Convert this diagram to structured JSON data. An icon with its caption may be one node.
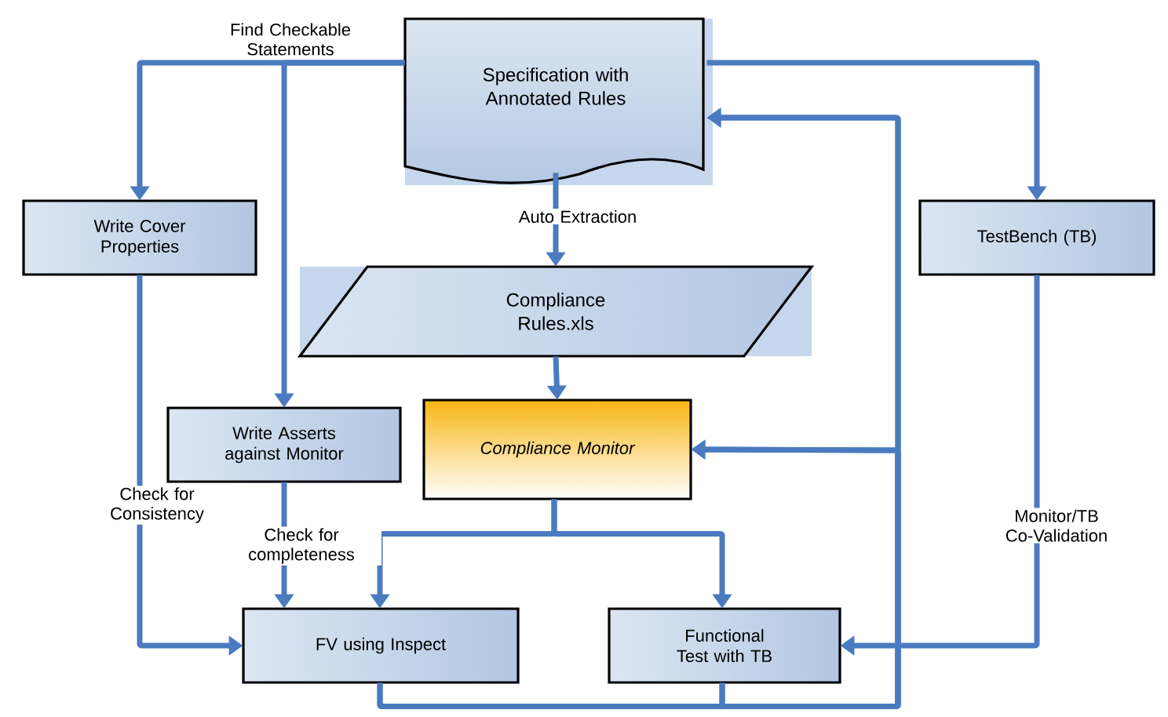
{
  "diagram": {
    "nodes": [
      {
        "text": [
          "Specification with Annotated Rules"
        ]
      },
      {
        "text": [
          "Write Cover Properties"
        ]
      },
      {
        "text": [
          "TestBench (TB)"
        ]
      },
      {
        "text": [
          "Compliance Rules.xls"
        ]
      },
      {
        "text": [
          "Write Asserts against Monitor"
        ]
      },
      {
        "text": [
          "Compliance Monitor"
        ]
      },
      {
        "text": [
          "FV using Inspect"
        ]
      },
      {
        "text": [
          "Functional Test with TB"
        ]
      }
    ],
    "edges": [
      {
        "from": 0,
        "to": 1,
        "arrow": "to",
        "label": "Find Checkable Statements"
      },
      {
        "from": 0,
        "to": 4,
        "arrow": "to"
      },
      {
        "from": 0,
        "to": 2,
        "arrow": "to"
      },
      {
        "from": 0,
        "to": 3,
        "arrow": "to",
        "label": "Auto Extraction"
      },
      {
        "from": 3,
        "to": 5,
        "arrow": "to"
      },
      {
        "from": 1,
        "to": 6,
        "arrow": "to",
        "label": "Check for Consistency"
      },
      {
        "from": 4,
        "to": 6,
        "arrow": "to",
        "label": "Check for completeness"
      },
      {
        "from": 5,
        "to": 6,
        "arrow": "to"
      },
      {
        "from": 5,
        "to": 7,
        "arrow": "to"
      },
      {
        "from": 2,
        "to": 7,
        "arrow": "to",
        "label": "Monitor/TB Co-Validation"
      },
      {
        "from": 6,
        "to": 0,
        "arrow": "to"
      },
      {
        "from": 6,
        "to": 5,
        "arrow": "to"
      },
      {
        "from": 7,
        "to": 0,
        "arrow": "to"
      },
      {
        "from": 7,
        "to": 5,
        "arrow": "to"
      }
    ]
  }
}
